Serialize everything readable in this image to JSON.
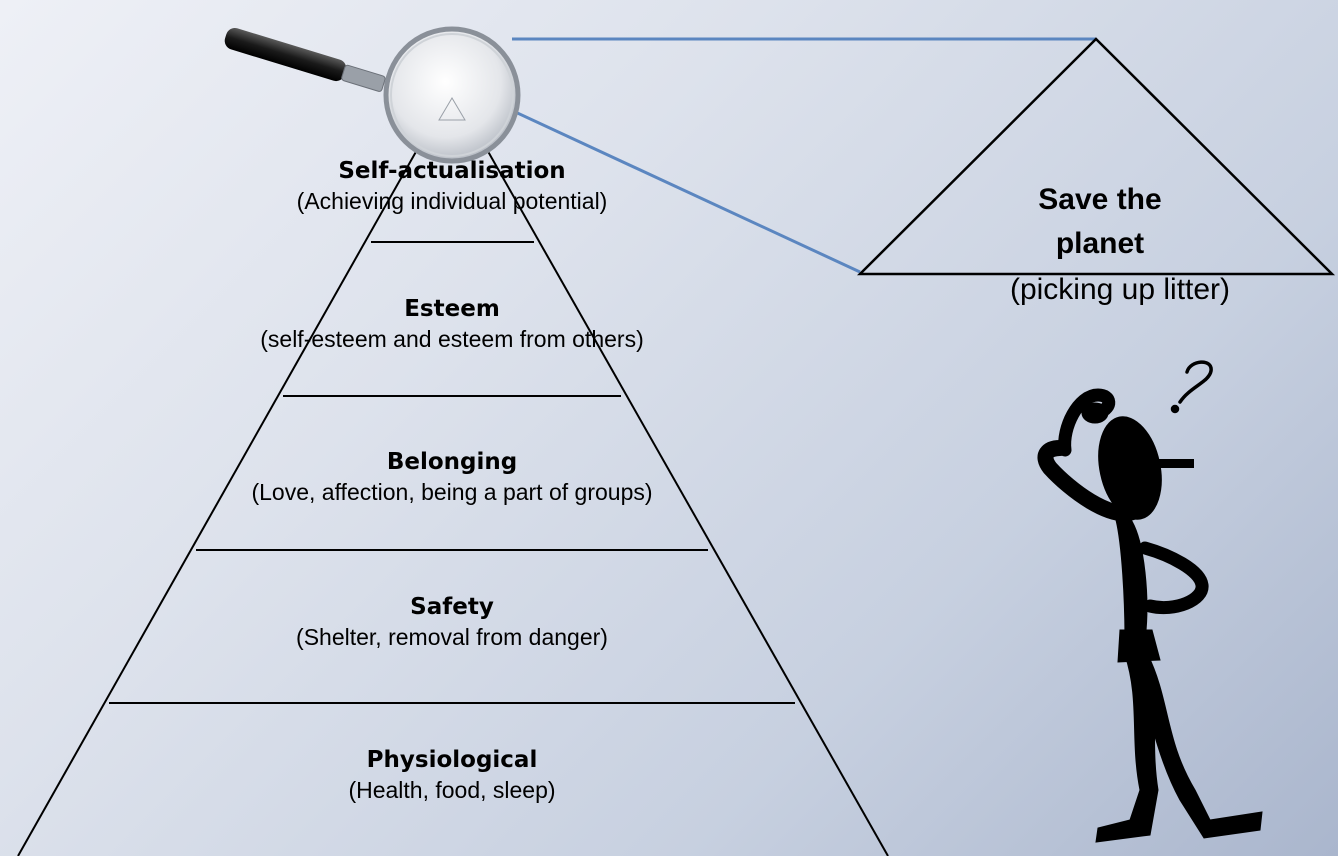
{
  "pyramid": {
    "levels": [
      {
        "title": "Self-actualisation",
        "desc": "(Achieving individual potential)"
      },
      {
        "title": "Esteem",
        "desc": "(self-esteem and esteem from others)"
      },
      {
        "title": "Belonging",
        "desc": "(Love, affection, being a part of groups)"
      },
      {
        "title": "Safety",
        "desc": "(Shelter, removal from danger)"
      },
      {
        "title": "Physiological",
        "desc": "(Health, food, sleep)"
      }
    ]
  },
  "zoom_triangle": {
    "title": "Save the planet",
    "subtitle": "(picking up litter)"
  },
  "thinking_figure": {
    "mark": "?"
  },
  "icons": [
    "magnifying-glass-icon",
    "question-mark-icon",
    "stick-figure-icon"
  ],
  "colors": {
    "connector": "#5b86c0",
    "line": "#000000"
  }
}
